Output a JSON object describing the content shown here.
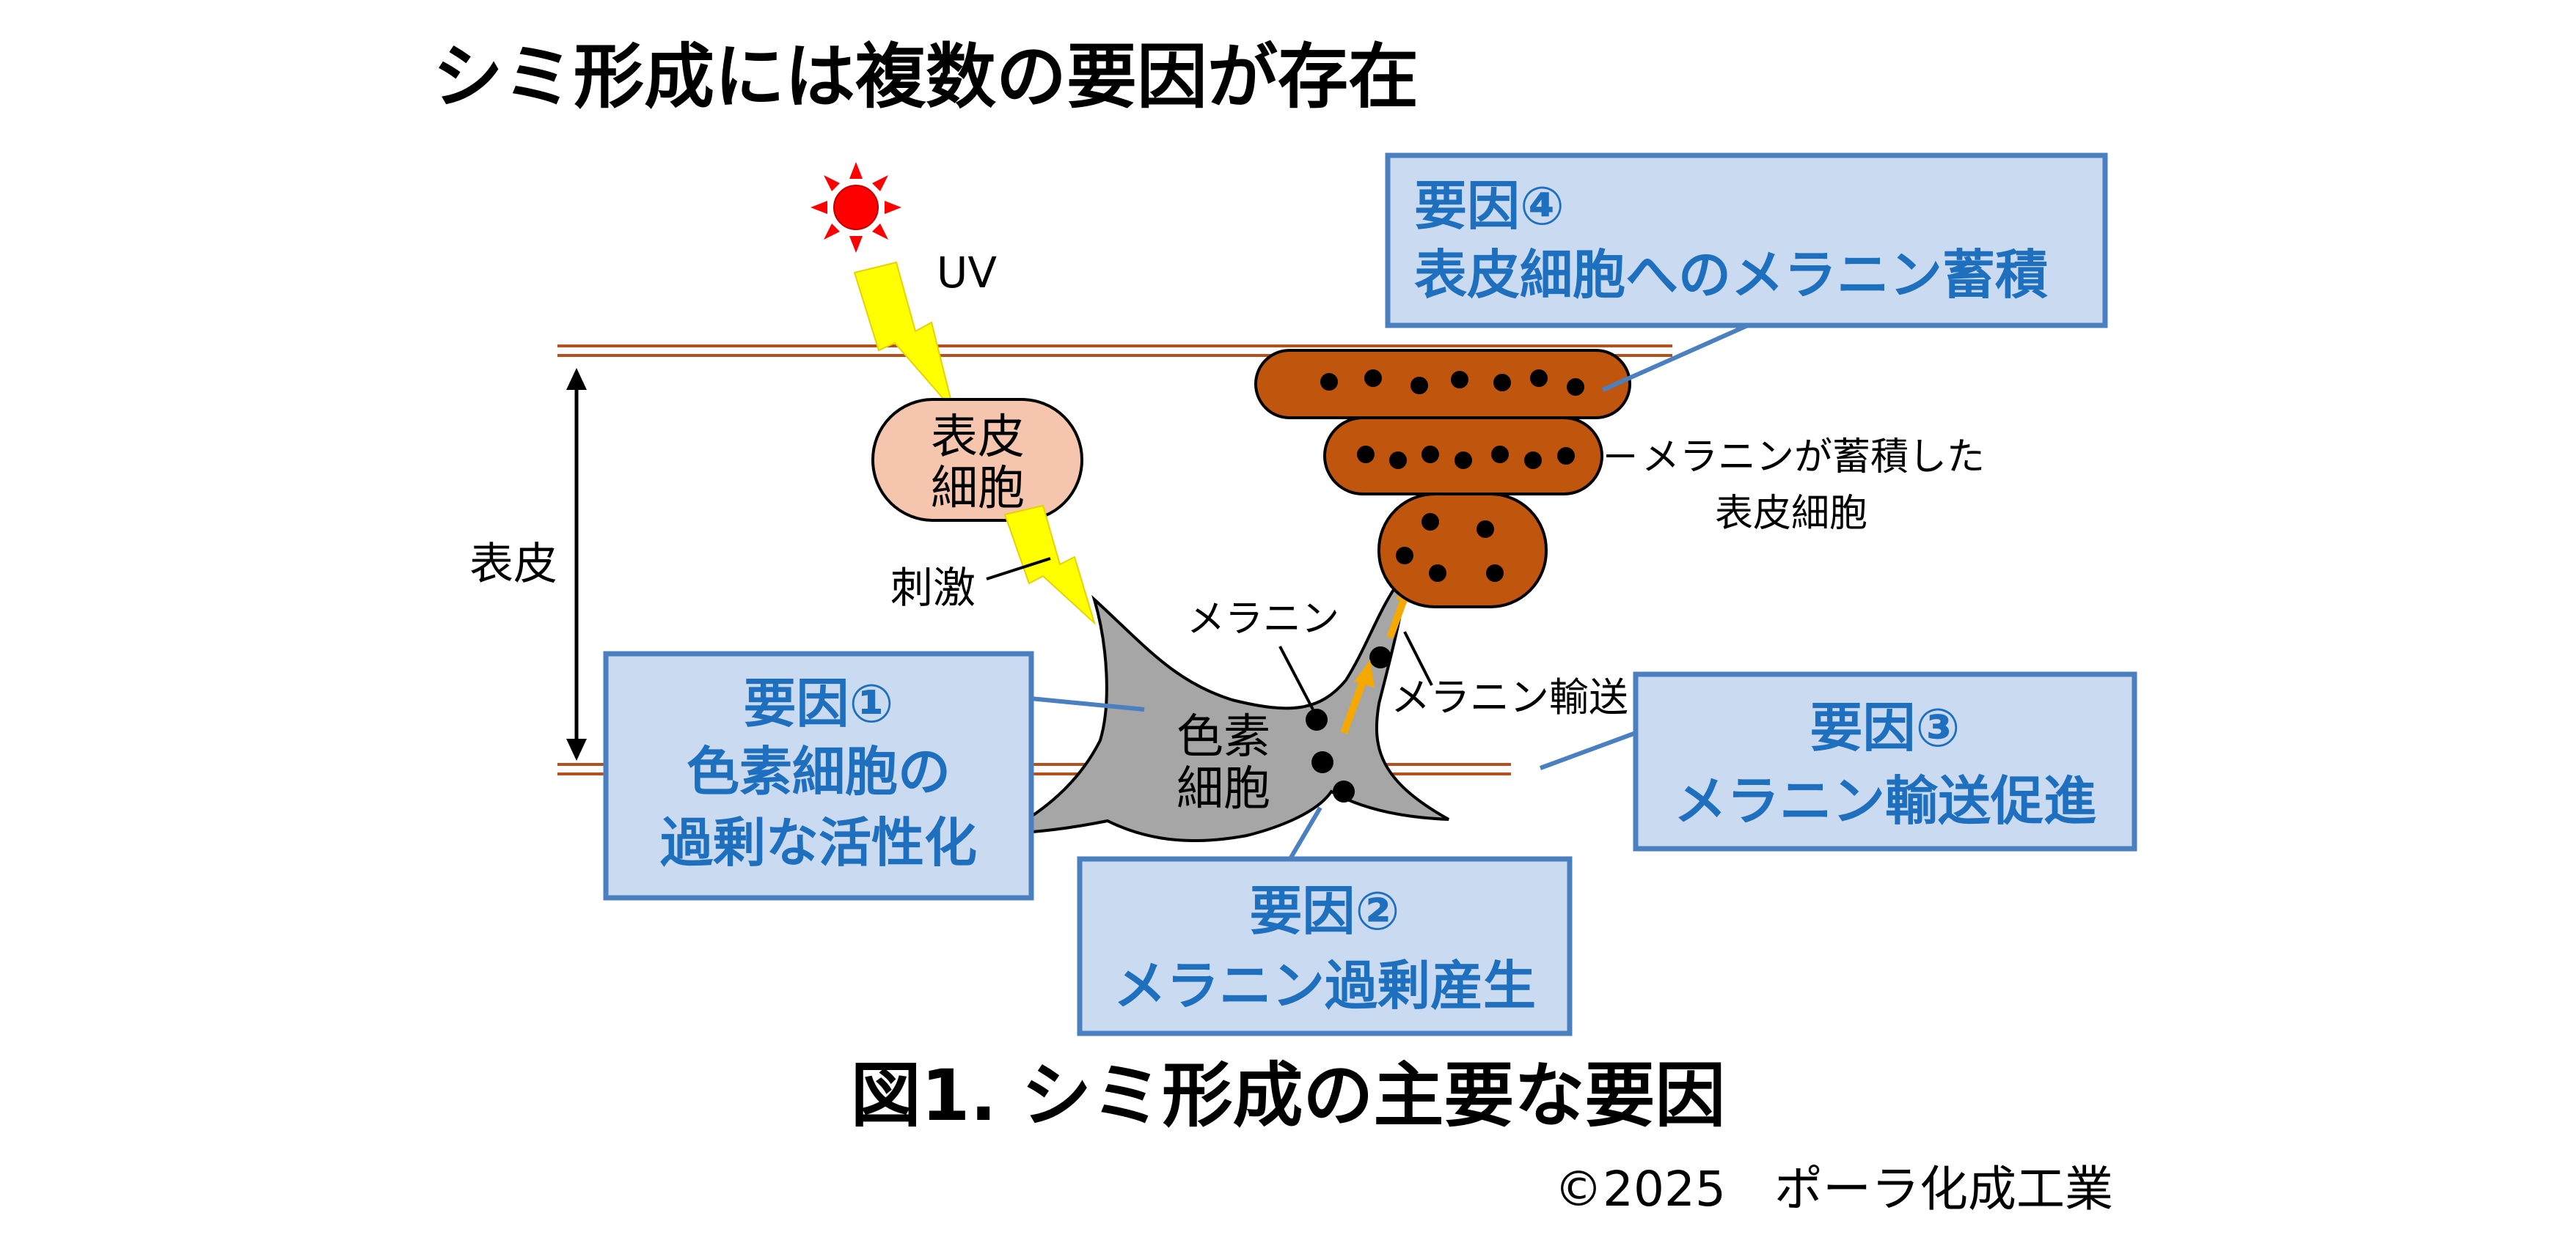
{
  "title": "シミ形成には複数の要因が存在",
  "caption": "図1. シミ形成の主要な要因",
  "copyright": "©2025　ポーラ化成工業",
  "labels": {
    "uv": "UV",
    "epidermis": "表皮",
    "keratinocyte_line1": "表皮",
    "keratinocyte_line2": "細胞",
    "stimulus": "刺激",
    "melanocyte_line1": "色素",
    "melanocyte_line2": "細胞",
    "melanin": "メラニン",
    "melanin_transport": "メラニン輸送",
    "accumulated_cell_line1": "メラニンが蓄積した",
    "accumulated_cell_line2": "表皮細胞"
  },
  "factors": [
    {
      "heading": "要因①",
      "lines": [
        "色素細胞の",
        "過剰な活性化"
      ]
    },
    {
      "heading": "要因②",
      "lines": [
        "メラニン過剰産生"
      ]
    },
    {
      "heading": "要因③",
      "lines": [
        "メラニン輸送促進"
      ]
    },
    {
      "heading": "要因④",
      "lines": [
        "表皮細胞へのメラニン蓄積"
      ]
    }
  ],
  "colors": {
    "box_fill": "#c9daf1",
    "box_border": "#4a7fc0",
    "box_text": "#1f6fbf",
    "skin_line": "#b5501c",
    "keratinocyte": "#f5c6ad",
    "melanocyte": "#a6a6a6",
    "melanin_cell": "#c0560e",
    "lightning": "#ffff00",
    "transport_arrow": "#f5a800",
    "sun": "#ff0000"
  }
}
